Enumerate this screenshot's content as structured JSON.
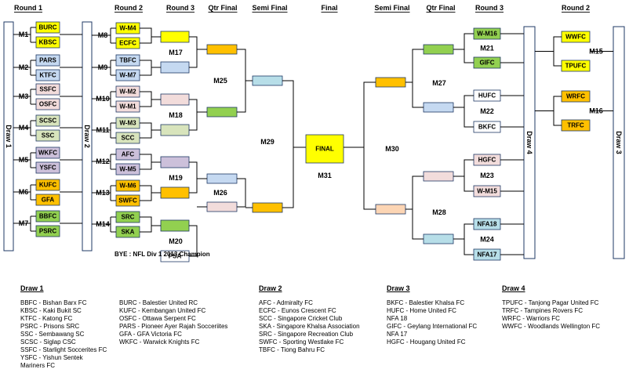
{
  "headers": {
    "round1": "Round 1",
    "round2_left": "Round 2",
    "round3_left": "Round 3",
    "qtr_left": "Qtr Final",
    "semi_left": "Semi Final",
    "final": "Final",
    "semi_right": "Semi Final",
    "qtr_right": "Qtr Final",
    "round3_right": "Round 3",
    "round2_right": "Round 2"
  },
  "draws": {
    "draw1": "Draw 1",
    "draw2": "Draw 2",
    "draw3": "Draw 3",
    "draw4": "Draw 4"
  },
  "round1": [
    {
      "match": "M1",
      "teams": [
        {
          "name": "BURC",
          "color": "#ffff00"
        },
        {
          "name": "KBSC",
          "color": "#ffff00"
        }
      ]
    },
    {
      "match": "M2",
      "teams": [
        {
          "name": "PARS",
          "color": "#c5d9f1"
        },
        {
          "name": "KTFC",
          "color": "#c5d9f1"
        }
      ]
    },
    {
      "match": "M3",
      "teams": [
        {
          "name": "SSFC",
          "color": "#f2dcdb"
        },
        {
          "name": "OSFC",
          "color": "#f2dcdb"
        }
      ]
    },
    {
      "match": "M4",
      "teams": [
        {
          "name": "SCSC",
          "color": "#d8e4bc"
        },
        {
          "name": "SSC",
          "color": "#d8e4bc"
        }
      ]
    },
    {
      "match": "M5",
      "teams": [
        {
          "name": "WKFC",
          "color": "#ccc0da"
        },
        {
          "name": "YSFC",
          "color": "#ccc0da"
        }
      ]
    },
    {
      "match": "M6",
      "teams": [
        {
          "name": "KUFC",
          "color": "#ffc000"
        },
        {
          "name": "GFA",
          "color": "#ffc000"
        }
      ]
    },
    {
      "match": "M7",
      "teams": [
        {
          "name": "BBFC",
          "color": "#92d050"
        },
        {
          "name": "PSRC",
          "color": "#92d050"
        }
      ]
    }
  ],
  "round2_left": [
    {
      "match": "M8",
      "teams": [
        {
          "name": "W-M4",
          "color": "#ffff00"
        },
        {
          "name": "ECFC",
          "color": "#ffff00"
        }
      ]
    },
    {
      "match": "M9",
      "teams": [
        {
          "name": "TBFC",
          "color": "#c5d9f1"
        },
        {
          "name": "W-M7",
          "color": "#c5d9f1"
        }
      ]
    },
    {
      "match": "M10",
      "teams": [
        {
          "name": "W-M2",
          "color": "#f2dcdb"
        },
        {
          "name": "W-M1",
          "color": "#f2dcdb"
        }
      ]
    },
    {
      "match": "M11",
      "teams": [
        {
          "name": "W-M3",
          "color": "#d8e4bc"
        },
        {
          "name": "SCC",
          "color": "#d8e4bc"
        }
      ]
    },
    {
      "match": "M12",
      "teams": [
        {
          "name": "AFC",
          "color": "#ccc0da"
        },
        {
          "name": "W-M5",
          "color": "#ccc0da"
        }
      ]
    },
    {
      "match": "M13",
      "teams": [
        {
          "name": "W-M6",
          "color": "#ffc000"
        },
        {
          "name": "SWFC",
          "color": "#ffc000"
        }
      ]
    },
    {
      "match": "M14",
      "teams": [
        {
          "name": "SRC",
          "color": "#92d050"
        },
        {
          "name": "SKA",
          "color": "#92d050"
        }
      ]
    }
  ],
  "round3_left": [
    {
      "match": "M17",
      "colors": [
        "#ffff00",
        "#c5d9f1"
      ]
    },
    {
      "match": "M18",
      "colors": [
        "#f2dcdb",
        "#d8e4bc"
      ]
    },
    {
      "match": "M19",
      "colors": [
        "#ccc0da",
        "#ffc000"
      ]
    },
    {
      "match": "M20",
      "colors": [
        "#92d050",
        "#ffffff"
      ],
      "second_label": "PSA"
    }
  ],
  "qtr_left": [
    {
      "match": "M25",
      "colors": [
        "#ffc000",
        "#92d050"
      ]
    },
    {
      "match": "M26",
      "colors": [
        "#c5d9f1",
        "#f2dcdb"
      ]
    }
  ],
  "semi_left": {
    "match": "M29",
    "colors": [
      "#b7dee8",
      "#ffc000"
    ]
  },
  "final": {
    "label": "FINAL",
    "match": "M31",
    "color": "#ffff00"
  },
  "semi_right": {
    "match": "M30",
    "colors": [
      "#ffc000",
      "#fcd5b4"
    ]
  },
  "qtr_right": [
    {
      "match": "M27",
      "colors": [
        "#92d050",
        "#c5d9f1"
      ]
    },
    {
      "match": "M28",
      "colors": [
        "#f2dcdb",
        "#b7dee8"
      ]
    }
  ],
  "round3_right": [
    {
      "match": "M21",
      "teams": [
        {
          "name": "W-M16",
          "color": "#92d050"
        },
        {
          "name": "GIFC",
          "color": "#92d050"
        }
      ]
    },
    {
      "match": "M22",
      "teams": [
        {
          "name": "HUFC",
          "color": "#ffffff"
        },
        {
          "name": "BKFC",
          "color": "#ffffff"
        }
      ]
    },
    {
      "match": "M23",
      "teams": [
        {
          "name": "HGFC",
          "color": "#f2dcdb"
        },
        {
          "name": "W-M15",
          "color": "#f2dcdb"
        }
      ]
    },
    {
      "match": "M24",
      "teams": [
        {
          "name": "NFA18",
          "color": "#b7dee8"
        },
        {
          "name": "NFA17",
          "color": "#b7dee8"
        }
      ]
    }
  ],
  "round2_right": [
    {
      "match": "M15",
      "teams": [
        {
          "name": "WWFC",
          "color": "#ffff00"
        },
        {
          "name": "TPUFC",
          "color": "#ffff00"
        }
      ]
    },
    {
      "match": "M16",
      "teams": [
        {
          "name": "WRFC",
          "color": "#ffc000"
        },
        {
          "name": "TRFC",
          "color": "#ffc000"
        }
      ]
    }
  ],
  "bye_text": "BYE : NFL Div 1 2013 Champion",
  "legend": {
    "draw1": {
      "title": "Draw 1",
      "col1": [
        "BBFC - Bishan Barx FC",
        "KBSC - Kaki Bukit SC",
        "KTFC - Katong FC",
        "PSRC - Prisons SRC",
        "SSC - Sembawang SC",
        "SCSC - Siglap CSC",
        "SSFC - Starlight Soccerites FC",
        "YSFC - Yishun Sentek",
        "Mariners FC"
      ],
      "col2": [
        "BURC - Balestier United RC",
        "KUFC - Kembangan United FC",
        "OSFC - Ottawa Serpent FC",
        "PARS - Pioneer Ayer Rajah Socceriites",
        "GFA - GFA Victoria FC",
        "WKFC - Warwick Knights FC"
      ]
    },
    "draw2": {
      "title": "Draw 2",
      "items": [
        "AFC - Admiralty FC",
        "ECFC - Eunos Crescent FC",
        "SCC - Singapore Cricket Club",
        "SKA - Singapore Khalsa Association",
        "SRC - Singapore Recreation Club",
        "SWFC - Sporting Westlake FC",
        "TBFC - Tiong Bahru FC"
      ]
    },
    "draw3": {
      "title": "Draw 3",
      "items": [
        "BKFC - Balestier Khalsa FC",
        "HUFC - Home United FC",
        "NFA 18",
        "GIFC - Geylang International FC",
        "NFA 17",
        "HGFC - Hougang United FC"
      ]
    },
    "draw4": {
      "title": "Draw 4",
      "items": [
        "TPUFC - Tanjong Pagar United FC",
        "TRFC - Tampines Rovers FC",
        "WRFC - Warriors FC",
        "WWFC - Woodlands Wellington FC"
      ]
    }
  }
}
